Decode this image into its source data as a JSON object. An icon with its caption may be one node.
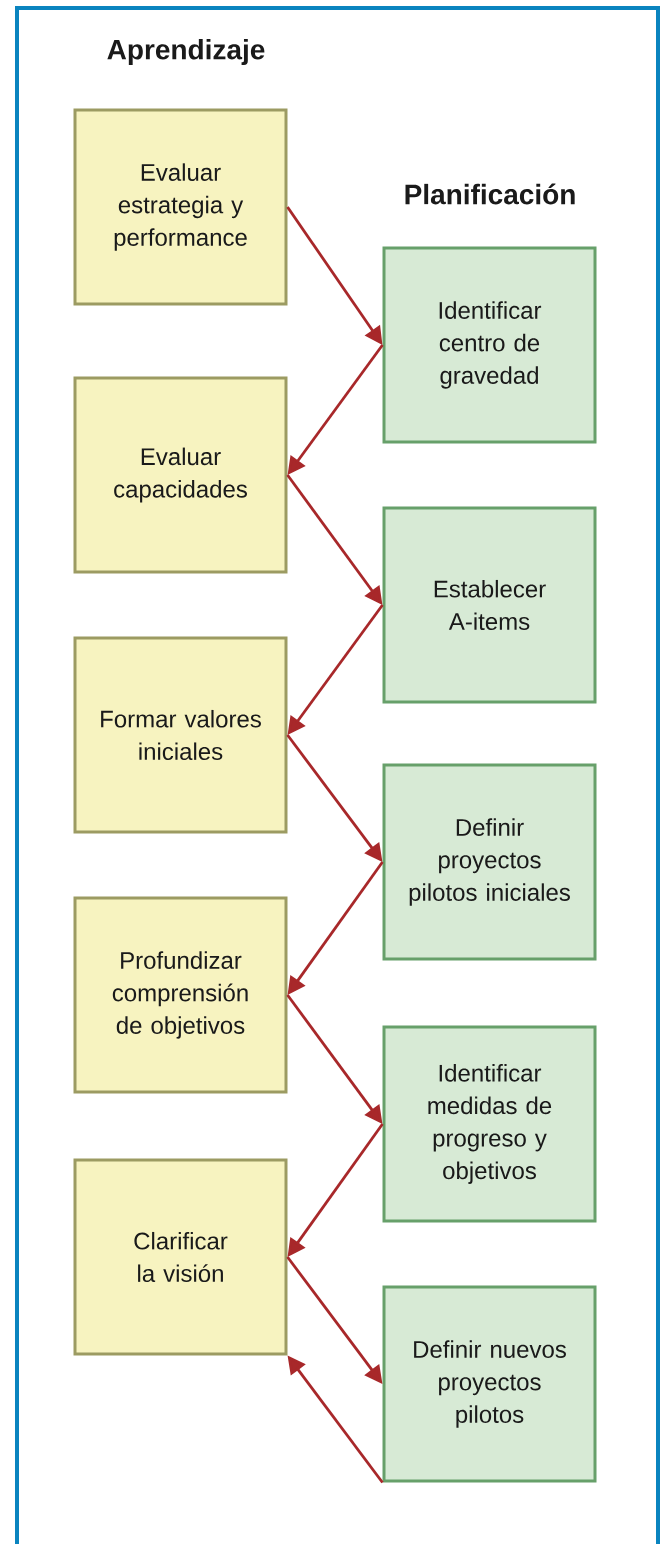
{
  "diagram": {
    "nodes": [
      {
        "text": [
          "Evaluar estrategia y performance"
        ]
      },
      {
        "text": [
          "Identificar centro de gravedad"
        ]
      },
      {
        "text": [
          "Evaluar capacidades"
        ]
      },
      {
        "text": [
          "Establecer A-items"
        ]
      },
      {
        "text": [
          "Formar valores iniciales"
        ]
      },
      {
        "text": [
          "Definir proyectos pilotos iniciales"
        ]
      },
      {
        "text": [
          "Profundizar comprensión de objetivos"
        ]
      },
      {
        "text": [
          "Identificar medidas de progreso y objetivos"
        ]
      },
      {
        "text": [
          "Clarificar la visión"
        ]
      },
      {
        "text": [
          "Definir nuevos proyectos pilotos"
        ]
      }
    ],
    "edges": [
      {
        "from": 0,
        "to": 1,
        "arrow": "to"
      },
      {
        "from": 1,
        "to": 2,
        "arrow": "to"
      },
      {
        "from": 2,
        "to": 3,
        "arrow": "to"
      },
      {
        "from": 3,
        "to": 4,
        "arrow": "to"
      },
      {
        "from": 4,
        "to": 5,
        "arrow": "to"
      },
      {
        "from": 5,
        "to": 6,
        "arrow": "to"
      },
      {
        "from": 6,
        "to": 7,
        "arrow": "to"
      },
      {
        "from": 7,
        "to": 8,
        "arrow": "to"
      },
      {
        "from": 8,
        "to": 9,
        "arrow": "to"
      },
      {
        "from": 9,
        "to": 8,
        "arrow": "to"
      }
    ],
    "labels": [
      "Aprendizaje",
      "Planificación"
    ]
  }
}
